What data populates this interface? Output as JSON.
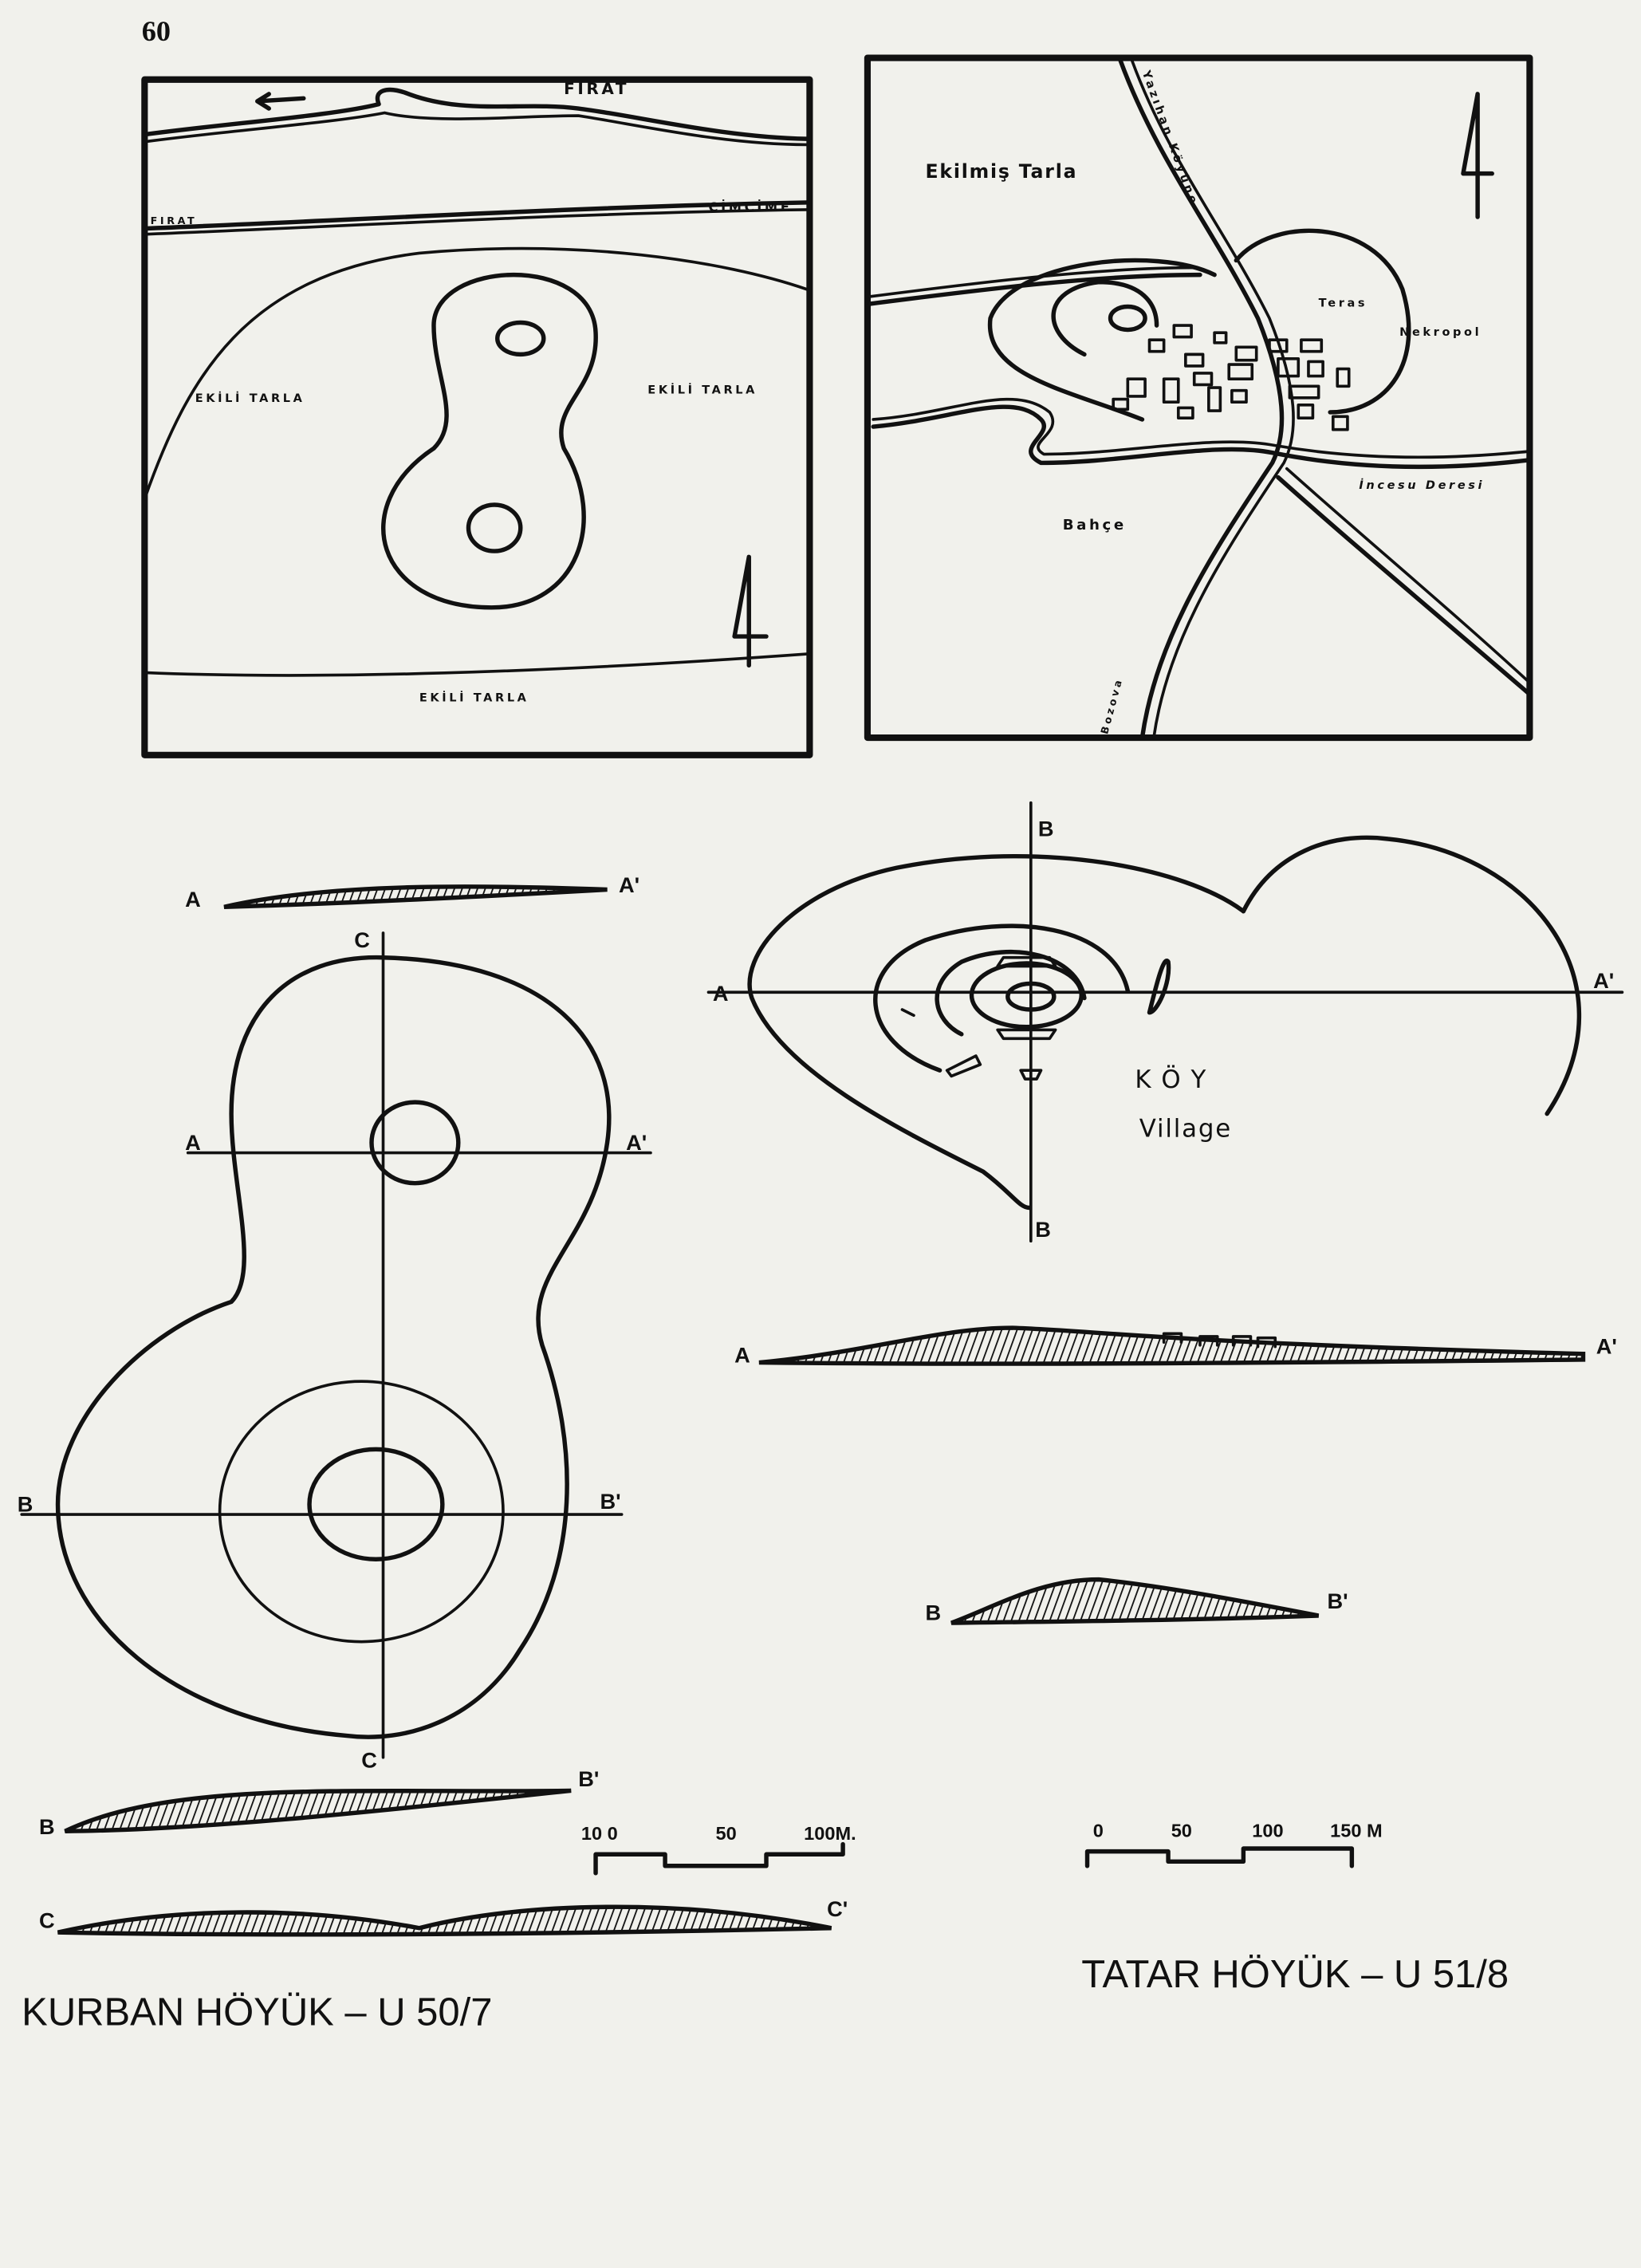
{
  "page_number": "60",
  "kurban_map": {
    "labels": {
      "river_top": "FIRAT",
      "river_left": "FIRAT",
      "stream": "CİMCİME",
      "field_left": "EKİLİ TARLA",
      "field_right": "EKİLİ TARLA",
      "field_bottom": "EKİLİ TARLA"
    }
  },
  "tatar_map": {
    "labels": {
      "field": "Ekilmiş Tarla",
      "road_north": "Yazıhan Köyüne",
      "terrace": "Teras",
      "necropolis": "Nekropol",
      "stream": "İncesu Deresi",
      "garden": "Bahçe",
      "road_south": "Bozova"
    }
  },
  "kurban_plan": {
    "section_labels": {
      "a": "A",
      "a_prime": "A'",
      "b": "B",
      "b_prime": "B'",
      "c": "C",
      "c_prime": "C'"
    },
    "scale": {
      "ticks": [
        "10 0",
        "50",
        "100M."
      ]
    },
    "title": "KURBAN  HÖYÜK – U 50/7"
  },
  "tatar_plan": {
    "section_labels": {
      "a": "A",
      "a_prime": "A'",
      "b": "B",
      "b_prime": "B'"
    },
    "village_tr": "KÖY",
    "village_en": "Village",
    "scale": {
      "ticks": [
        "0",
        "50",
        "100",
        "150 M"
      ]
    },
    "title": "TATAR  HÖYÜK – U 51/8"
  }
}
